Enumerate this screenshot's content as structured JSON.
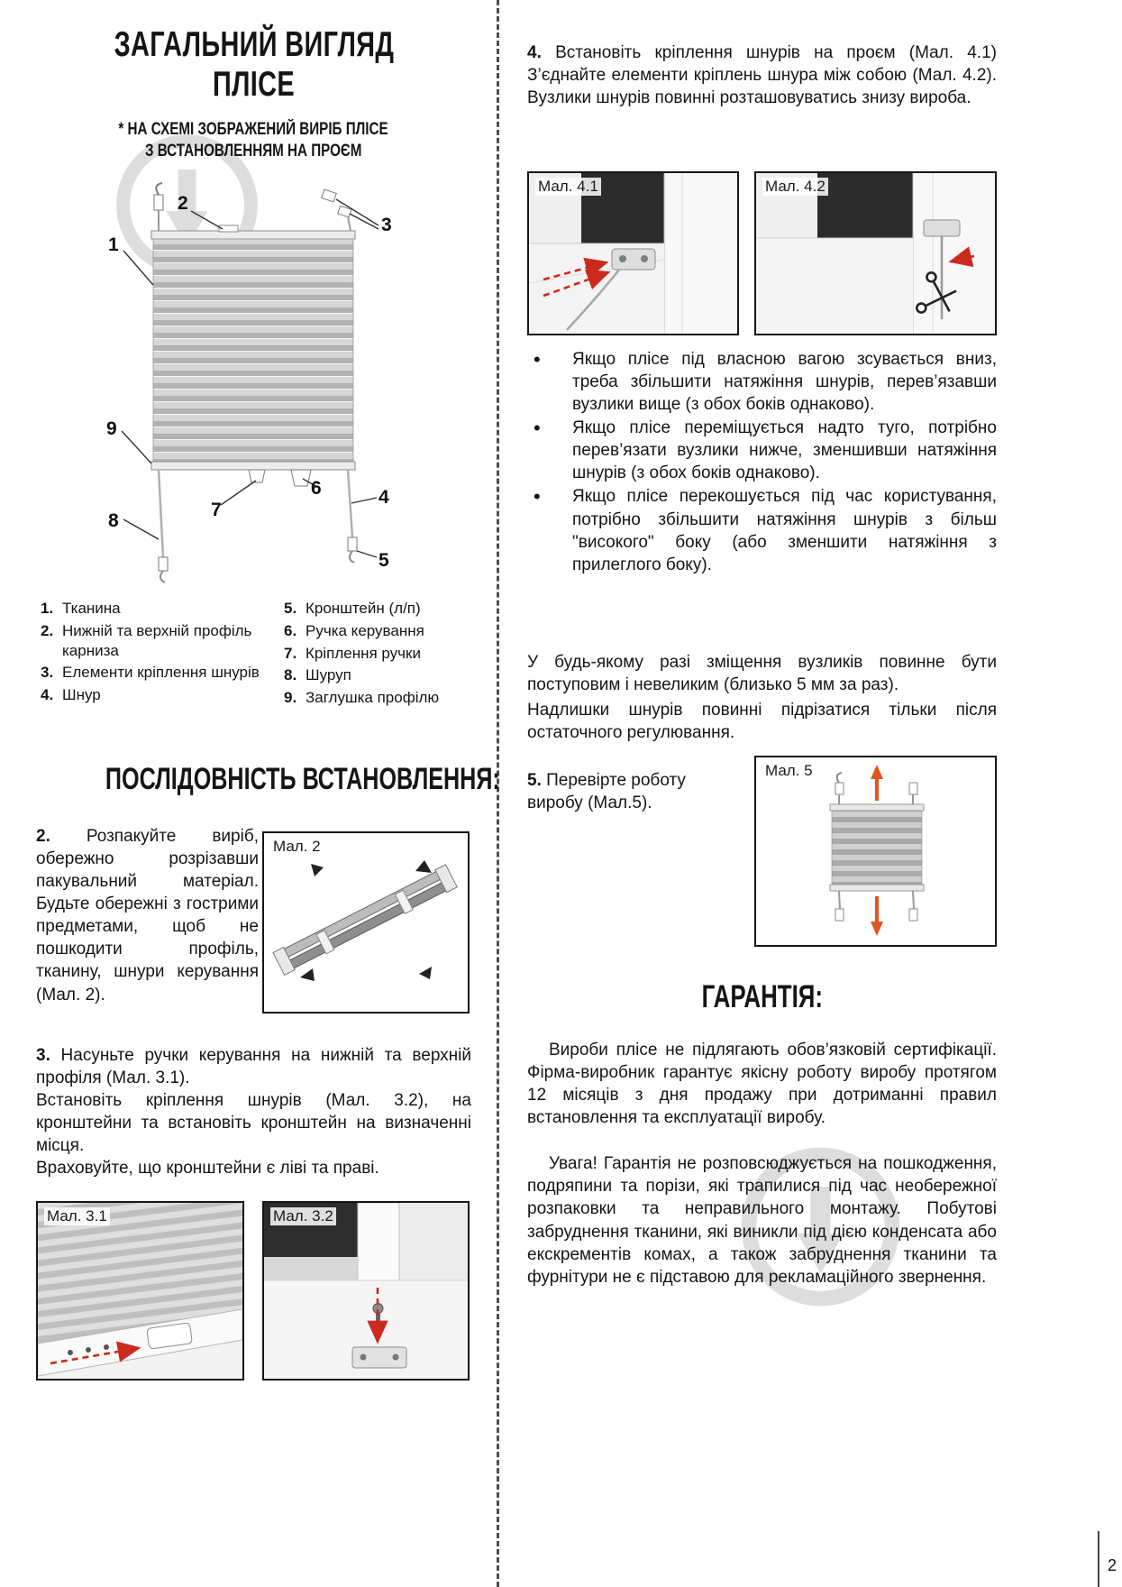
{
  "page": {
    "number": "2"
  },
  "overview": {
    "title_line1": "ЗАГАЛЬНИЙ ВИГЛЯД",
    "title_line2": "ПЛІСЕ",
    "subtitle_line1": "* НА СХЕМІ ЗОБРАЖЕНИЙ ВИРІБ ПЛІСЕ",
    "subtitle_line2": "З ВСТАНОВЛЕННЯМ НА ПРОЄМ",
    "callouts": [
      "1",
      "2",
      "3",
      "4",
      "5",
      "6",
      "7",
      "8",
      "9"
    ],
    "legend_col1": [
      {
        "n": "1.",
        "t": "Тканина"
      },
      {
        "n": "2.",
        "t": "Нижній та верхній профіль карниза"
      },
      {
        "n": "3.",
        "t": "Елементи кріплення шнурів"
      },
      {
        "n": "4.",
        "t": "Шнур"
      }
    ],
    "legend_col2": [
      {
        "n": "5.",
        "t": "Кронштейн (л/п)"
      },
      {
        "n": "6.",
        "t": "Ручка керування"
      },
      {
        "n": "7.",
        "t": "Кріплення ручки"
      },
      {
        "n": "8.",
        "t": "Шуруп"
      },
      {
        "n": "9.",
        "t": "Заглушка профілю"
      }
    ]
  },
  "sequence": {
    "title": "ПОСЛІДОВНІСТЬ ВСТАНОВЛЕННЯ:",
    "step2_num": "2.",
    "step2_text": "Розпакуйте виріб, обережно розрізавши пакувальний матеріал. Будьте обережні з гострими предметами, щоб не пошкодити профіль, тканину, шнури керування (Мал. 2).",
    "step3_num": "3.",
    "step3_line1": "Насуньте ручки керування на нижній та верхній профіля (Мал. 3.1).",
    "step3_line2": "Встановіть кріплення шнурів (Мал. 3.2), на кронштейни та встановіть кронштейн на визначенні місця.",
    "step3_line3": "Враховуйте, що кронштейни є ліві та праві.",
    "step4_num": "4.",
    "step4_text": "Встановіть кріплення шнурів на проєм (Мал. 4.1) З’єднайте елементи кріплень шнура між собою (Мал. 4.2). Вузлики шнурів повинні розташовуватись знизу вироба.",
    "bullets": [
      "Якщо плісе під власною вагою зсувається вниз, треба збільшити натяжіння шнурів, перев’язавши вузлики вище (з обох боків однаково).",
      "Якщо плісе переміщується надто туго, потрібно перев’язати вузлики нижче, зменшивши натяжіння шнурів (з обох боків однаково).",
      "Якщо плісе перекошується під час користування, потрібно збільшити натяжіння шнурів з більш \"високого\" боку (або зменшити натяжіння з прилеглого боку)."
    ],
    "note1": "У будь-якому разі зміщення вузликів повинне бути поступовим і невеликим (близько 5 мм за раз).",
    "note2": "Надлишки шнурів повинні підрізатися тільки після остаточного регулювання.",
    "step5_num": "5.",
    "step5_text": "Перевірте роботу виробу (Мал.5)."
  },
  "figures": {
    "fig2": "Мал. 2",
    "fig31": "Мал. 3.1",
    "fig32": "Мал. 3.2",
    "fig41": "Мал. 4.1",
    "fig42": "Мал. 4.2",
    "fig5": "Мал. 5"
  },
  "warranty": {
    "title": "ГАРАНТІЯ:",
    "p1": "Вироби плісе не підлягають обов’язковій сертифікації. Фірма-виробник гарантує якісну роботу виробу протягом 12 місяців з дня продажу при дотриманні правил встановлення та експлуатації виробу.",
    "p2": "Увага! Гарантія не розповсюджується на пошкодження, подряпини та порізи, які трапилися під час необережної розпаковки та неправильного монтажу. Побутові забруднення тканини, які виникли під дією конденсата або екскрементів комах, а також забруднення тканини та фурнітури не є підставою для рекламаційного звернення."
  },
  "colors": {
    "accent_red": "#cc2a1e",
    "accent_orange": "#e2561b",
    "watermark_gray": "#bdbdbd"
  }
}
